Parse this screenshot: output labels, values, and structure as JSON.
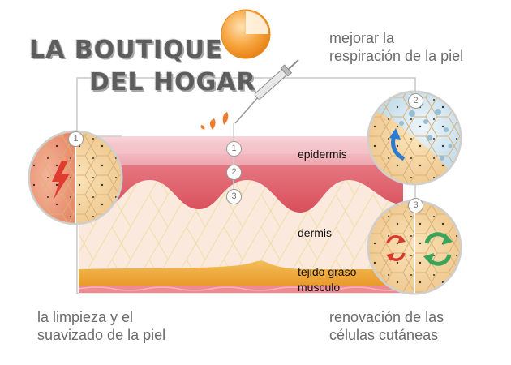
{
  "logo": {
    "line1": "LA BOUTIQUE",
    "line2": "DEL HOGAR"
  },
  "captions": {
    "top_right": "mejorar la\nrespiración de la piel",
    "bottom_left": "la limpieza y el\nsuavizado de la piel",
    "bottom_right": "renovación de las\ncélulas cutáneas"
  },
  "layers": {
    "epidermis": "epidermis",
    "dermis": "dermis",
    "fat": "tejido graso",
    "muscle": "musculo"
  },
  "markers": [
    "1",
    "2",
    "3"
  ],
  "callouts": [
    "1",
    "2",
    "3"
  ],
  "colors": {
    "skin_surface": "#f2b6bd",
    "epidermis": "#e0606b",
    "dermis": "#fbe9de",
    "fat": "#eeaa3c",
    "muscle": "#ef8a90",
    "logo_orange": "#f5a23a",
    "caption_gray": "#6b6b6b"
  }
}
